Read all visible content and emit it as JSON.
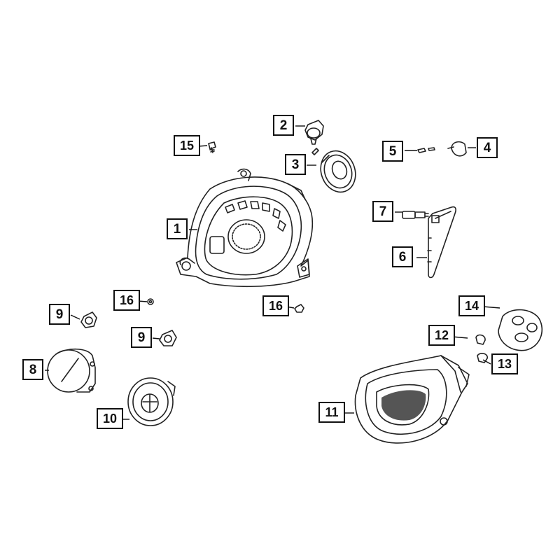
{
  "callouts": [
    {
      "id": "c1",
      "label": "1"
    },
    {
      "id": "c2",
      "label": "2"
    },
    {
      "id": "c3",
      "label": "3"
    },
    {
      "id": "c4",
      "label": "4"
    },
    {
      "id": "c5",
      "label": "5"
    },
    {
      "id": "c6",
      "label": "6"
    },
    {
      "id": "c7",
      "label": "7"
    },
    {
      "id": "c8",
      "label": "8"
    },
    {
      "id": "c9a",
      "label": "9"
    },
    {
      "id": "c9b",
      "label": "9"
    },
    {
      "id": "c10",
      "label": "10"
    },
    {
      "id": "c11",
      "label": "11"
    },
    {
      "id": "c12",
      "label": "12"
    },
    {
      "id": "c13",
      "label": "13"
    },
    {
      "id": "c14",
      "label": "14"
    },
    {
      "id": "c15",
      "label": "15"
    },
    {
      "id": "c16a",
      "label": "16"
    },
    {
      "id": "c16b",
      "label": "16"
    }
  ],
  "colors": {
    "line": "#222222",
    "background": "#ffffff",
    "lens_shade": "#555555"
  }
}
